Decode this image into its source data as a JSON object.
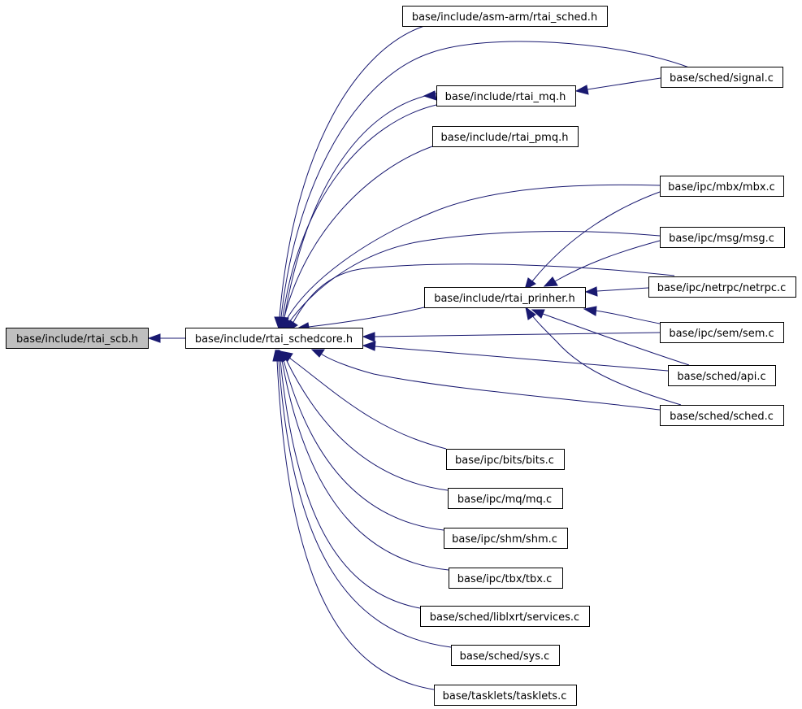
{
  "graph": {
    "colors": {
      "edge": "#191970",
      "root_fill": "#bfbfbf",
      "node_fill": "#ffffff",
      "node_border": "#000000"
    },
    "nodes": {
      "rtai_scb_h": "base/include/rtai_scb.h",
      "rtai_schedcore_h": "base/include/rtai_schedcore.h",
      "asm_arm_rtai_sched_h": "base/include/asm-arm/rtai_sched.h",
      "rtai_mq_h": "base/include/rtai_mq.h",
      "rtai_pmq_h": "base/include/rtai_pmq.h",
      "rtai_prinher_h": "base/include/rtai_prinher.h",
      "sched_signal_c": "base/sched/signal.c",
      "ipc_mbx_c": "base/ipc/mbx/mbx.c",
      "ipc_msg_c": "base/ipc/msg/msg.c",
      "ipc_netrpc_c": "base/ipc/netrpc/netrpc.c",
      "ipc_sem_c": "base/ipc/sem/sem.c",
      "sched_api_c": "base/sched/api.c",
      "sched_sched_c": "base/sched/sched.c",
      "ipc_bits_c": "base/ipc/bits/bits.c",
      "ipc_mq_c": "base/ipc/mq/mq.c",
      "ipc_shm_c": "base/ipc/shm/shm.c",
      "ipc_tbx_c": "base/ipc/tbx/tbx.c",
      "sched_liblxrt_services_c": "base/sched/liblxrt/services.c",
      "sched_sys_c": "base/sched/sys.c",
      "tasklets_c": "base/tasklets/tasklets.c"
    },
    "edges": [
      {
        "from": "rtai_schedcore_h",
        "to": "rtai_scb_h"
      },
      {
        "from": "asm_arm_rtai_sched_h",
        "to": "rtai_schedcore_h"
      },
      {
        "from": "sched_signal_c",
        "to": "rtai_schedcore_h"
      },
      {
        "from": "rtai_mq_h",
        "to": "rtai_schedcore_h"
      },
      {
        "from": "sched_signal_c",
        "to": "rtai_mq_h"
      },
      {
        "from": "rtai_pmq_h",
        "to": "rtai_schedcore_h"
      },
      {
        "from": "ipc_mbx_c",
        "to": "rtai_schedcore_h"
      },
      {
        "from": "ipc_msg_c",
        "to": "rtai_schedcore_h"
      },
      {
        "from": "ipc_netrpc_c",
        "to": "rtai_schedcore_h"
      },
      {
        "from": "rtai_prinher_h",
        "to": "rtai_schedcore_h"
      },
      {
        "from": "ipc_sem_c",
        "to": "rtai_schedcore_h"
      },
      {
        "from": "sched_api_c",
        "to": "rtai_schedcore_h"
      },
      {
        "from": "sched_sched_c",
        "to": "rtai_schedcore_h"
      },
      {
        "from": "ipc_mbx_c",
        "to": "rtai_prinher_h"
      },
      {
        "from": "ipc_msg_c",
        "to": "rtai_prinher_h"
      },
      {
        "from": "ipc_netrpc_c",
        "to": "rtai_prinher_h"
      },
      {
        "from": "ipc_sem_c",
        "to": "rtai_prinher_h"
      },
      {
        "from": "sched_api_c",
        "to": "rtai_prinher_h"
      },
      {
        "from": "sched_sched_c",
        "to": "rtai_prinher_h"
      },
      {
        "from": "ipc_bits_c",
        "to": "rtai_schedcore_h"
      },
      {
        "from": "ipc_mq_c",
        "to": "rtai_schedcore_h"
      },
      {
        "from": "ipc_shm_c",
        "to": "rtai_schedcore_h"
      },
      {
        "from": "ipc_tbx_c",
        "to": "rtai_schedcore_h"
      },
      {
        "from": "sched_liblxrt_services_c",
        "to": "rtai_schedcore_h"
      },
      {
        "from": "sched_sys_c",
        "to": "rtai_schedcore_h"
      },
      {
        "from": "tasklets_c",
        "to": "rtai_schedcore_h"
      }
    ]
  }
}
